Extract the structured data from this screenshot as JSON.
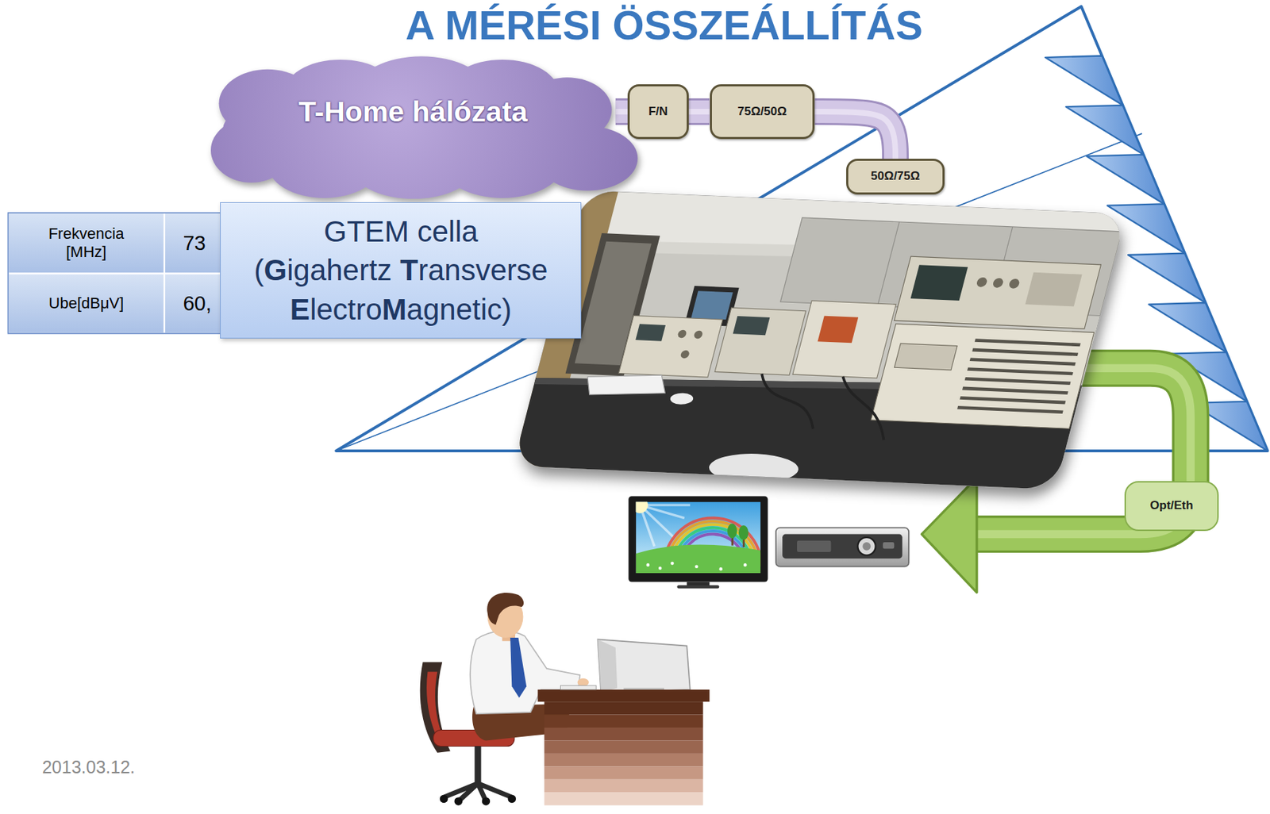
{
  "diagram": {
    "title": "A MÉRÉSI ÖSSZEÁLLÍTÁS",
    "nodes": [
      {
        "text": [
          "T-Home hálózata"
        ]
      },
      {
        "text": [
          "F/N"
        ]
      },
      {
        "text": [
          "75Ω/50Ω"
        ]
      },
      {
        "text": [
          "50Ω/75Ω"
        ]
      },
      {
        "text": [
          "GTEM cella",
          "(Gigahertz Transverse ElectroMagnetic)"
        ]
      },
      {
        "text": [
          "Opt/Eth"
        ]
      }
    ],
    "edges": [
      {
        "from": 0,
        "to": 1,
        "arrow": "none"
      },
      {
        "from": 1,
        "to": 2,
        "arrow": "none"
      },
      {
        "from": 2,
        "to": 3,
        "arrow": "none"
      }
    ],
    "labels": [
      "Frekvencia [MHz]",
      "73",
      "Ube[dBμV]",
      "60,",
      "2013.03.12."
    ]
  }
}
